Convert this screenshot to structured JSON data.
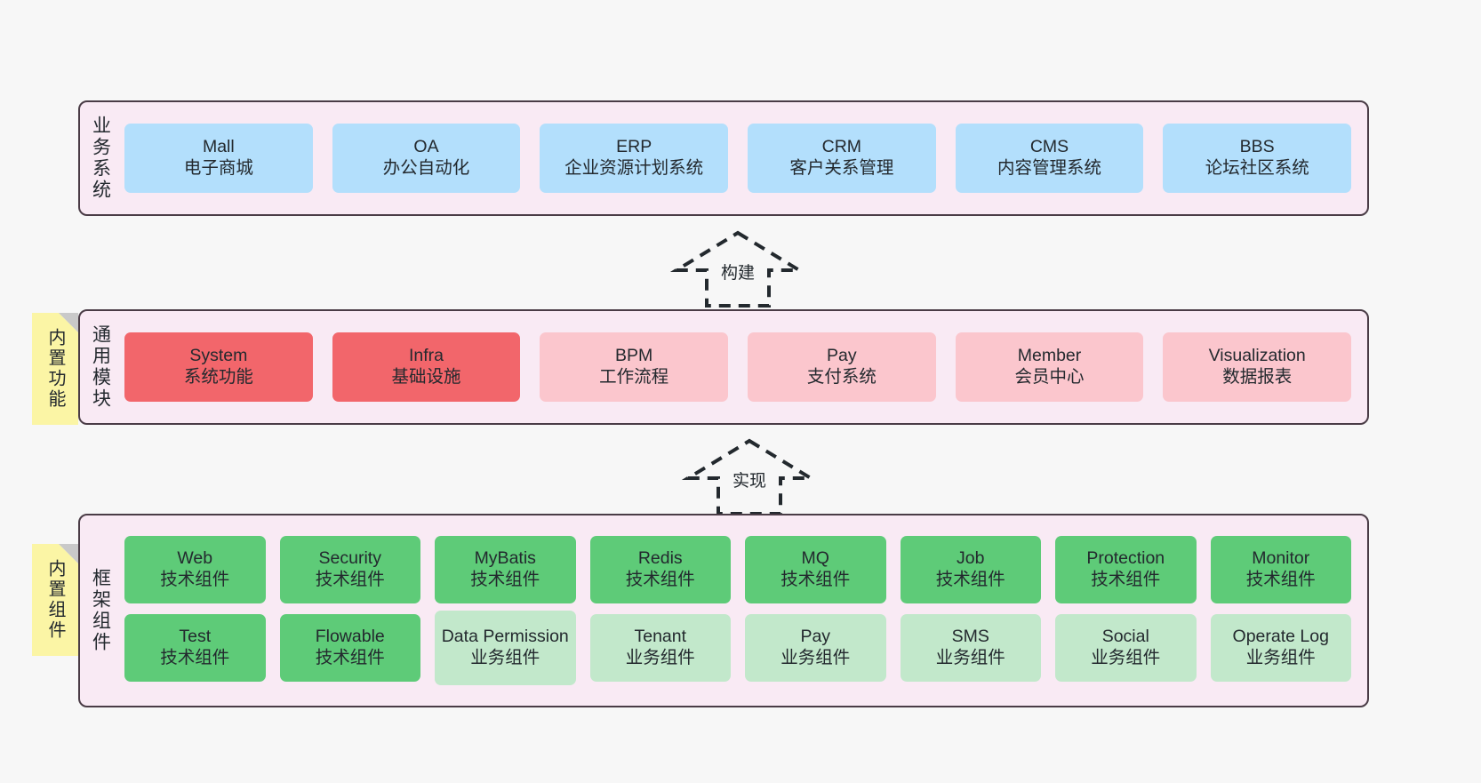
{
  "diagram": {
    "layers": [
      {
        "id": "business",
        "title": "业务系统",
        "nodes": [
          {
            "title": "Mall",
            "sub": "电子商城",
            "color": "blue"
          },
          {
            "title": "OA",
            "sub": "办公自动化",
            "color": "blue"
          },
          {
            "title": "ERP",
            "sub": "企业资源计划系统",
            "color": "blue"
          },
          {
            "title": "CRM",
            "sub": "客户关系管理",
            "color": "blue"
          },
          {
            "title": "CMS",
            "sub": "内容管理系统",
            "color": "blue"
          },
          {
            "title": "BBS",
            "sub": "论坛社区系统",
            "color": "blue"
          }
        ]
      },
      {
        "id": "modules",
        "title": "通用模块",
        "nodes": [
          {
            "title": "System",
            "sub": "系统功能",
            "color": "red"
          },
          {
            "title": "Infra",
            "sub": "基础设施",
            "color": "red"
          },
          {
            "title": "BPM",
            "sub": "工作流程",
            "color": "pink"
          },
          {
            "title": "Pay",
            "sub": "支付系统",
            "color": "pink"
          },
          {
            "title": "Member",
            "sub": "会员中心",
            "color": "pink"
          },
          {
            "title": "Visualization",
            "sub": "数据报表",
            "color": "pink"
          }
        ]
      },
      {
        "id": "framework",
        "title": "框架组件",
        "rows": [
          [
            {
              "title": "Web",
              "sub": "技术组件",
              "color": "green"
            },
            {
              "title": "Security",
              "sub": "技术组件",
              "color": "green"
            },
            {
              "title": "MyBatis",
              "sub": "技术组件",
              "color": "green"
            },
            {
              "title": "Redis",
              "sub": "技术组件",
              "color": "green"
            },
            {
              "title": "MQ",
              "sub": "技术组件",
              "color": "green"
            },
            {
              "title": "Job",
              "sub": "技术组件",
              "color": "green"
            },
            {
              "title": "Protection",
              "sub": "技术组件",
              "color": "green"
            },
            {
              "title": "Monitor",
              "sub": "技术组件",
              "color": "green"
            }
          ],
          [
            {
              "title": "Test",
              "sub": "技术组件",
              "color": "green"
            },
            {
              "title": "Flowable",
              "sub": "技术组件",
              "color": "green"
            },
            {
              "title": "Data Permission",
              "sub": "业务组件",
              "color": "lightgreen",
              "tall": true
            },
            {
              "title": "Tenant",
              "sub": "业务组件",
              "color": "lightgreen"
            },
            {
              "title": "Pay",
              "sub": "业务组件",
              "color": "lightgreen"
            },
            {
              "title": "SMS",
              "sub": "业务组件",
              "color": "lightgreen"
            },
            {
              "title": "Social",
              "sub": "业务组件",
              "color": "lightgreen"
            },
            {
              "title": "Operate Log",
              "sub": "业务组件",
              "color": "lightgreen"
            }
          ]
        ]
      }
    ],
    "notes": [
      {
        "id": "functions",
        "text": "内置功能"
      },
      {
        "id": "components",
        "text": "内置组件"
      }
    ],
    "arrows": [
      {
        "id": "build",
        "label": "构建"
      },
      {
        "id": "implement",
        "label": "实现"
      }
    ],
    "colors": {
      "background": "#f7f7f7",
      "layer_fill": "#f9eaf4",
      "layer_border": "#4a3c46",
      "blue": "#b3dffc",
      "red": "#f2666b",
      "pink": "#fbc6cd",
      "green": "#5ecb78",
      "lightgreen": "#c2e8cb",
      "note": "#fbf5a5",
      "text": "#23292e"
    }
  }
}
